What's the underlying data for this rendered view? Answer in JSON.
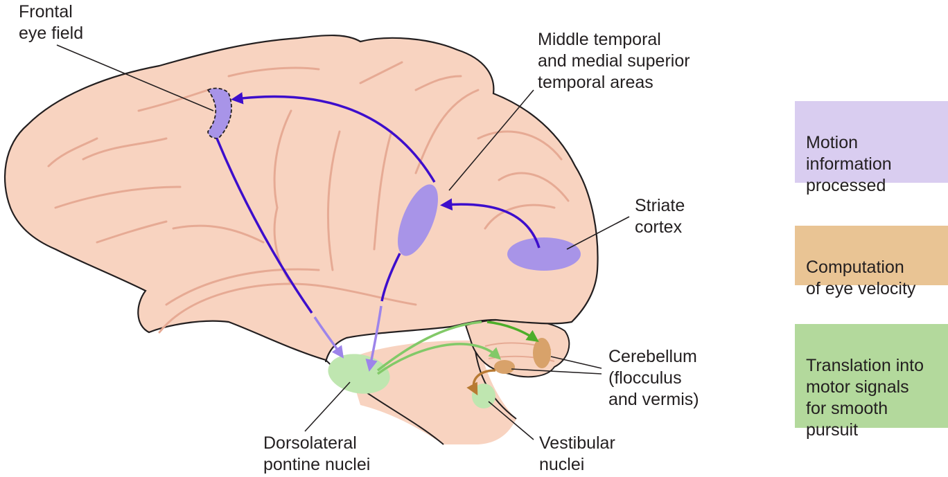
{
  "labels": {
    "frontal_eye_field": "Frontal\neye field",
    "mt_mst": "Middle temporal\nand medial superior\ntemporal areas",
    "striate_cortex": "Striate\ncortex",
    "cerebellum": "Cerebellum\n(flocculus\nand vermis)",
    "dlpn": "Dorsolateral\npontine nuclei",
    "vestibular_nuclei": "Vestibular\nnuclei"
  },
  "legend": [
    {
      "text": "Motion\ninformation\nprocessed",
      "color": "#d9cdf0"
    },
    {
      "text": "Computation\nof eye velocity",
      "color": "#e9c494"
    },
    {
      "text": "Translation into\nmotor signals\nfor smooth\npursuit",
      "color": "#b3d99c"
    }
  ],
  "colors": {
    "brain_fill": "#f8d3c0",
    "brain_stroke": "#231f20",
    "sulcus": "#e6aa94",
    "motion_region": "#a894e8",
    "motion_arrow": "#3d0ecc",
    "motion_arrow_light": "#9d84ea",
    "pursuit_arrow": "#4dae2a",
    "pursuit_region": "#bfe6b0",
    "velocity_region": "#d8a26a"
  }
}
